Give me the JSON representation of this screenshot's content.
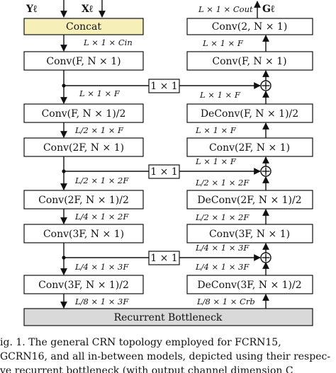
{
  "inputs": {
    "y": "Yℓ",
    "x": "Xℓ"
  },
  "output": "Gℓ",
  "concat_label": "Concat",
  "bottleneck_label": "Recurrent Bottleneck",
  "skip_label": "1 × 1",
  "encoder": [
    {
      "label": "Conv(F, N × 1)"
    },
    {
      "label": "Conv(F, N × 1)/2"
    },
    {
      "label": "Conv(2F, N × 1)"
    },
    {
      "label": "Conv(2F, N × 1)/2"
    },
    {
      "label": "Conv(3F, N × 1)"
    },
    {
      "label": "Conv(3F, N × 1)/2"
    }
  ],
  "decoder": [
    {
      "label": "Conv(2, N × 1)"
    },
    {
      "label": "Conv(F, N × 1)"
    },
    {
      "label": "DeConv(F, N × 1)/2"
    },
    {
      "label": "Conv(2F, N × 1)"
    },
    {
      "label": "DeConv(2F, N × 1)/2"
    },
    {
      "label": "Conv(3F, N × 1)"
    },
    {
      "label": "DeConv(3F, N × 1)/2"
    }
  ],
  "encoder_dims": [
    "L × 1 × Cin",
    "L × 1 × F",
    "L/2 × 1 × F",
    "L/2 × 1 × 2F",
    "L/4 × 1 × 2F",
    "L/4 × 1 × 3F",
    "L/8 × 1 × 3F"
  ],
  "decoder_dims": [
    "L × 1 × Cout",
    "L × 1 × F",
    "L × 1 × F",
    "L/2 × 1 × 2F",
    "L/2 × 1 × 2F",
    "L/4 × 1 × 3F",
    "L/4 × 1 × 3F",
    "L/8 × 1 × Crb"
  ],
  "caption_lines": [
    "ig. 1.  The general CRN topology employed for FCRN15,",
    "GCRN16, and all in-between models, depicted using their respec-",
    "ve recurrent bottleneck (with output channel dimension C"
  ],
  "colors": {
    "concat_fill": "#f7efb8",
    "bottleneck_fill": "#d9d9d9",
    "stroke": "#111111"
  }
}
